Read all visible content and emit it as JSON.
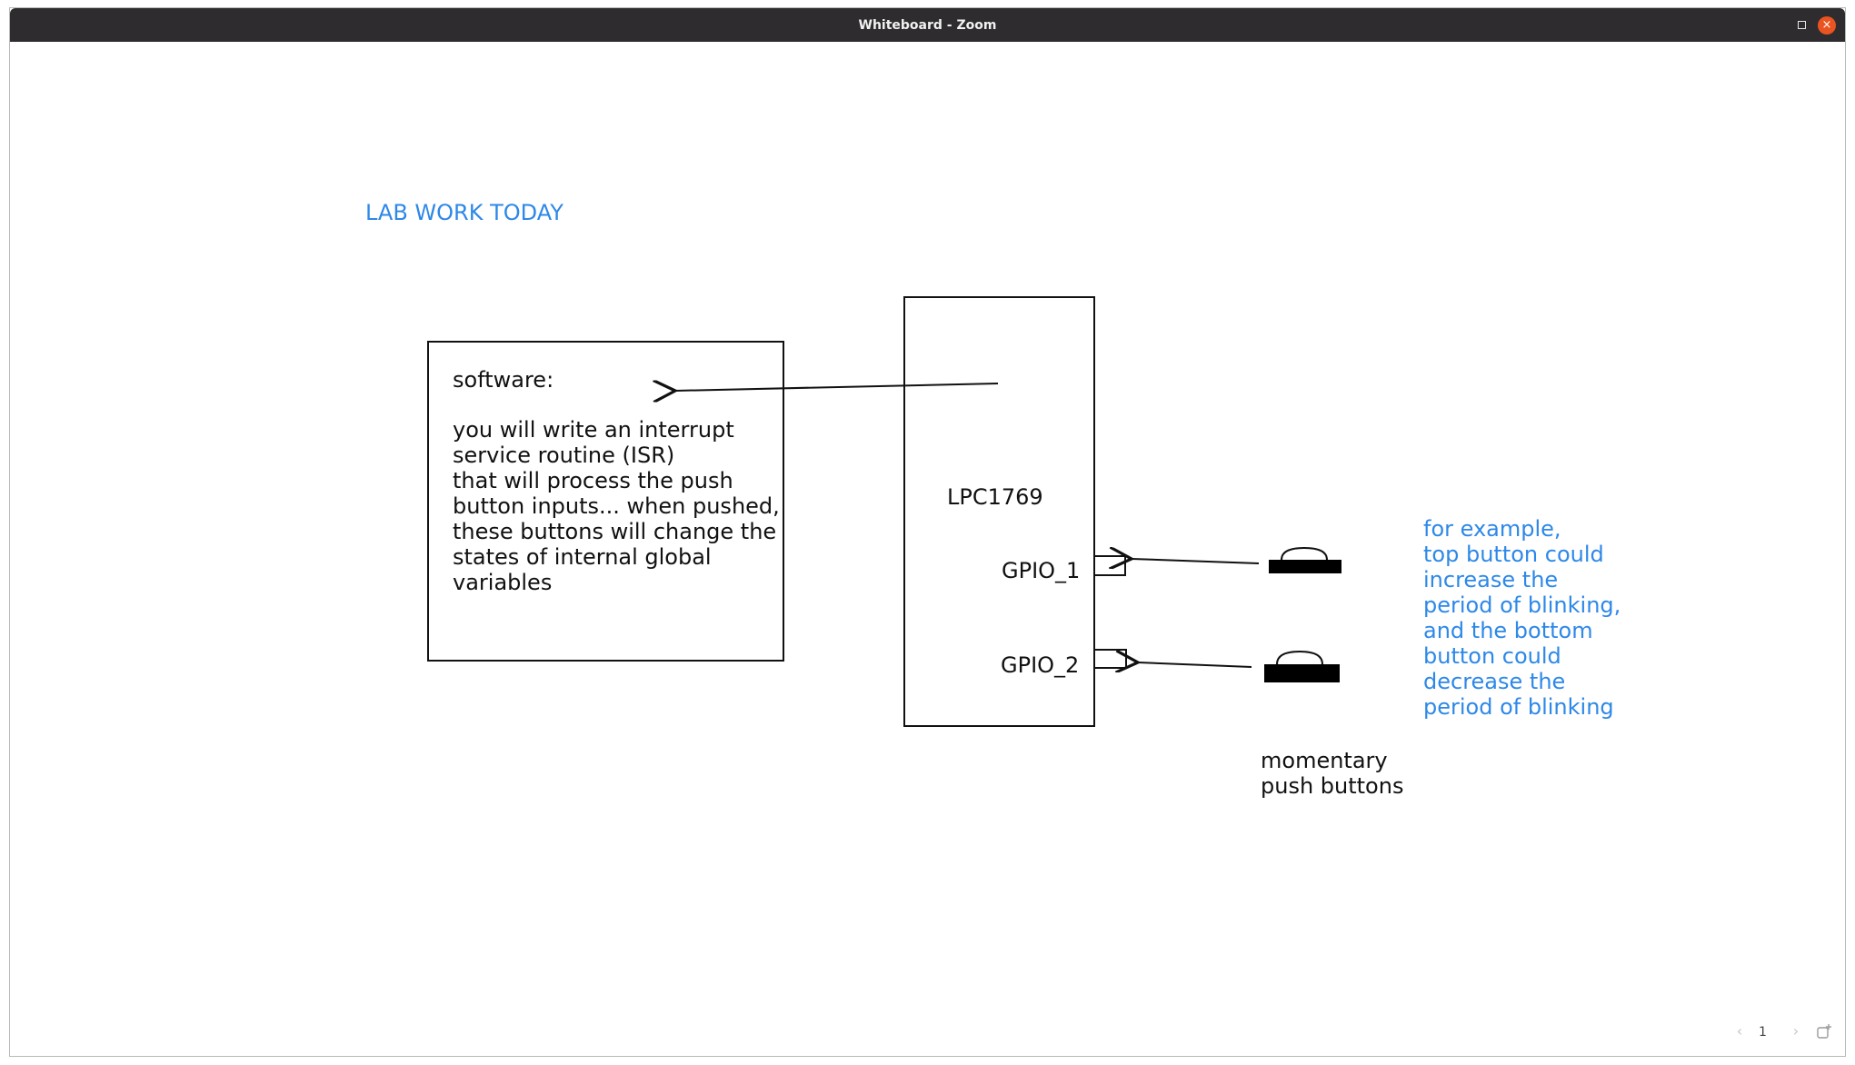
{
  "window": {
    "title": "Whiteboard - Zoom",
    "close_glyph": "×"
  },
  "board": {
    "heading": "LAB WORK TODAY",
    "software_box": {
      "title": "software:",
      "lines": [
        "you will write an interrupt",
        "service routine (ISR)",
        "that will process the push",
        "button inputs... when pushed,",
        "these buttons will change the",
        "states of internal global",
        "variables"
      ]
    },
    "chip": {
      "name": "LPC1769",
      "pin1": "GPIO_1",
      "pin2": "GPIO_2"
    },
    "buttons_caption": {
      "line1": "momentary",
      "line2": "push buttons"
    },
    "note": {
      "lines": [
        "for example,",
        "top button could",
        "increase the",
        "period of blinking,",
        "and the bottom",
        "button could",
        "decrease the",
        "period of blinking"
      ]
    }
  },
  "pager": {
    "prev_glyph": "‹",
    "page": "1",
    "next_glyph": "›",
    "share_icon": "share-page-icon"
  },
  "colors": {
    "titlebar": "#2e2c2e",
    "close": "#e95420",
    "annotation_blue": "#2d88e8",
    "ink": "#111111"
  }
}
